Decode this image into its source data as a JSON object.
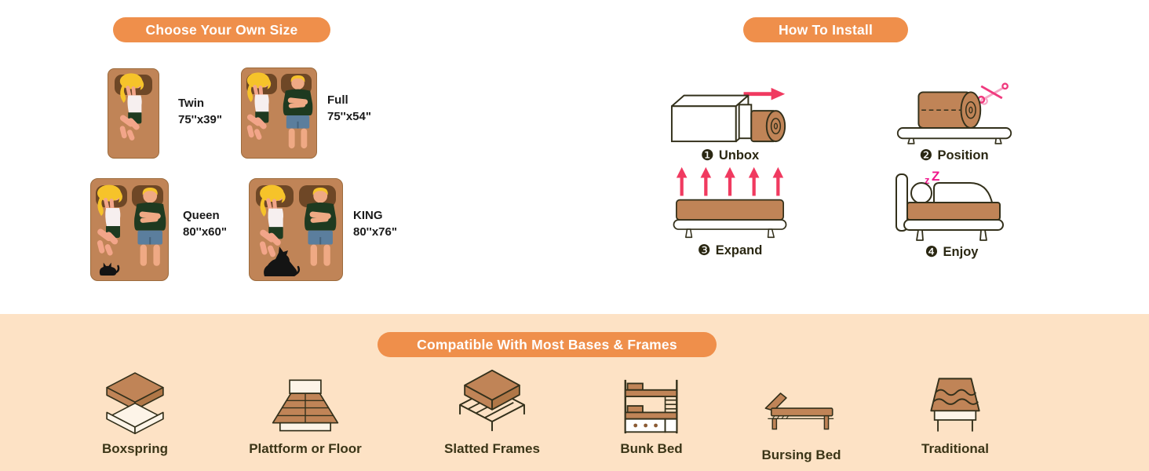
{
  "colors": {
    "accent_orange": "#EF8F4B",
    "band_bg": "#FDE2C5",
    "mattress_tan": "#C08457",
    "pillow_brown": "#6E4726",
    "outline_dark": "#33301B",
    "pink_accent": "#F03A60",
    "magenta_zz": "#F0168C",
    "label_dark": "#3B3517"
  },
  "size_section": {
    "header": "Choose Your Own Size",
    "sizes": [
      {
        "name": "Twin",
        "dim": "75''x39\""
      },
      {
        "name": "Full",
        "dim": "75''x54\""
      },
      {
        "name": "Queen",
        "dim": "80''x60\""
      },
      {
        "name": "KING",
        "dim": "80''x76\""
      }
    ]
  },
  "install_section": {
    "header": "How To Install",
    "steps": [
      {
        "num": "❶",
        "label": "Unbox",
        "icon": "unbox-icon"
      },
      {
        "num": "❷",
        "label": "Position",
        "icon": "position-icon"
      },
      {
        "num": "❸",
        "label": "Expand",
        "icon": "expand-icon"
      },
      {
        "num": "❹",
        "label": "Enjoy",
        "icon": "enjoy-icon"
      }
    ],
    "enjoy_zz": "zZ"
  },
  "compat_section": {
    "header": "Compatible With Most Bases & Frames",
    "items": [
      {
        "label": "Boxspring",
        "icon": "boxspring-icon"
      },
      {
        "label": "Plattform or Floor",
        "icon": "platform-floor-icon"
      },
      {
        "label": "Slatted Frames",
        "icon": "slatted-frames-icon"
      },
      {
        "label": "Bunk Bed",
        "icon": "bunk-bed-icon"
      },
      {
        "label": "Bursing Bed",
        "icon": "bursing-bed-icon"
      },
      {
        "label": "Traditional",
        "icon": "traditional-icon"
      }
    ]
  }
}
